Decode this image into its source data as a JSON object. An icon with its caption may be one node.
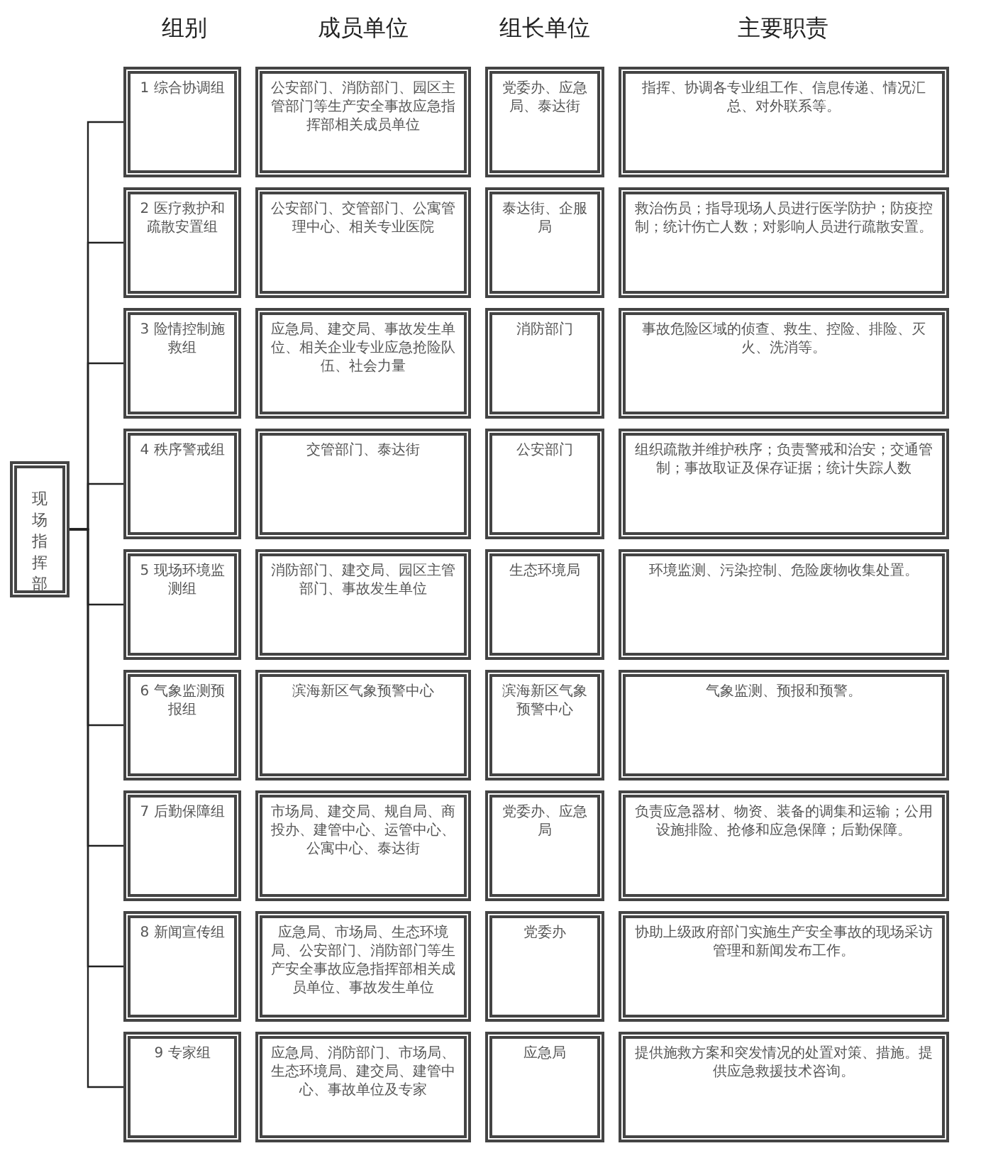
{
  "diagram": {
    "nodes": [
      {
        "text": [
          "现场指挥部"
        ]
      },
      {
        "text": [
          "1 综合协调组"
        ]
      },
      {
        "text": [
          "公安部门、消防部门、园区主管部门等生产安全事故应急指挥部相关成员单位"
        ]
      },
      {
        "text": [
          "党委办、应急局、泰达街"
        ]
      },
      {
        "text": [
          "指挥、协调各专业组工作、信息传递、情况汇总、对外联系等。"
        ]
      },
      {
        "text": [
          "2 医疗救护和疏散安置组"
        ]
      },
      {
        "text": [
          "公安部门、交管部门、公寓管理中心、相关专业医院"
        ]
      },
      {
        "text": [
          "泰达街、企服局"
        ]
      },
      {
        "text": [
          "救治伤员；指导现场人员进行医学防护；防疫控制；统计伤亡人数；对影响人员进行疏散安置。"
        ]
      },
      {
        "text": [
          "3 险情控制施救组"
        ]
      },
      {
        "text": [
          "应急局、建交局、事故发生单位、相关企业专业应急抢险队伍、社会力量"
        ]
      },
      {
        "text": [
          "消防部门"
        ]
      },
      {
        "text": [
          "事故危险区域的侦查、救生、控险、排险、灭火、洗消等。"
        ]
      },
      {
        "text": [
          "4 秩序警戒组"
        ]
      },
      {
        "text": [
          "交管部门、泰达街"
        ]
      },
      {
        "text": [
          "公安部门"
        ]
      },
      {
        "text": [
          "组织疏散并维护秩序；负责警戒和治安；交通管制；事故取证及保存证据；统计失踪人数"
        ]
      },
      {
        "text": [
          "5 现场环境监测组"
        ]
      },
      {
        "text": [
          "消防部门、建交局、园区主管部门、事故发生单位"
        ]
      },
      {
        "text": [
          "生态环境局"
        ]
      },
      {
        "text": [
          "环境监测、污染控制、危险废物收集处置。"
        ]
      },
      {
        "text": [
          "6 气象监测预报组"
        ]
      },
      {
        "text": [
          "滨海新区气象预警中心"
        ]
      },
      {
        "text": [
          "滨海新区气象预警中心"
        ]
      },
      {
        "text": [
          "气象监测、预报和预警。"
        ]
      },
      {
        "text": [
          "7 后勤保障组"
        ]
      },
      {
        "text": [
          "市场局、建交局、规自局、商投办、建管中心、运管中心、公寓中心、泰达街"
        ]
      },
      {
        "text": [
          "党委办、应急局"
        ]
      },
      {
        "text": [
          "负责应急器材、物资、装备的调集和运输；公用设施排险、抢修和应急保障；后勤保障。"
        ]
      },
      {
        "text": [
          "8 新闻宣传组"
        ]
      },
      {
        "text": [
          "应急局、市场局、生态环境局、公安部门、消防部门等生产安全事故应急指挥部相关成员单位、事故发生单位"
        ]
      },
      {
        "text": [
          "党委办"
        ]
      },
      {
        "text": [
          "协助上级政府部门实施生产安全事故的现场采访管理和新闻发布工作。"
        ]
      },
      {
        "text": [
          "9 专家组"
        ]
      },
      {
        "text": [
          "应急局、消防部门、市场局、生态环境局、建交局、建管中心、事故单位及专家"
        ]
      },
      {
        "text": [
          "应急局"
        ]
      },
      {
        "text": [
          "提供施救方案和突发情况的处置对策、措施。提供应急救援技术咨询。"
        ]
      }
    ],
    "edges": [
      {
        "from": 0,
        "to": 1,
        "arrow": "none"
      },
      {
        "from": 0,
        "to": 5,
        "arrow": "none"
      },
      {
        "from": 0,
        "to": 9,
        "arrow": "none"
      },
      {
        "from": 0,
        "to": 13,
        "arrow": "none"
      },
      {
        "from": 0,
        "to": 17,
        "arrow": "none"
      },
      {
        "from": 0,
        "to": 21,
        "arrow": "none"
      },
      {
        "from": 0,
        "to": 25,
        "arrow": "none"
      },
      {
        "from": 0,
        "to": 29,
        "arrow": "none"
      },
      {
        "from": 0,
        "to": 33,
        "arrow": "none"
      }
    ],
    "labels": [
      "组别",
      "成员单位",
      "组长单位",
      "主要职责"
    ]
  }
}
